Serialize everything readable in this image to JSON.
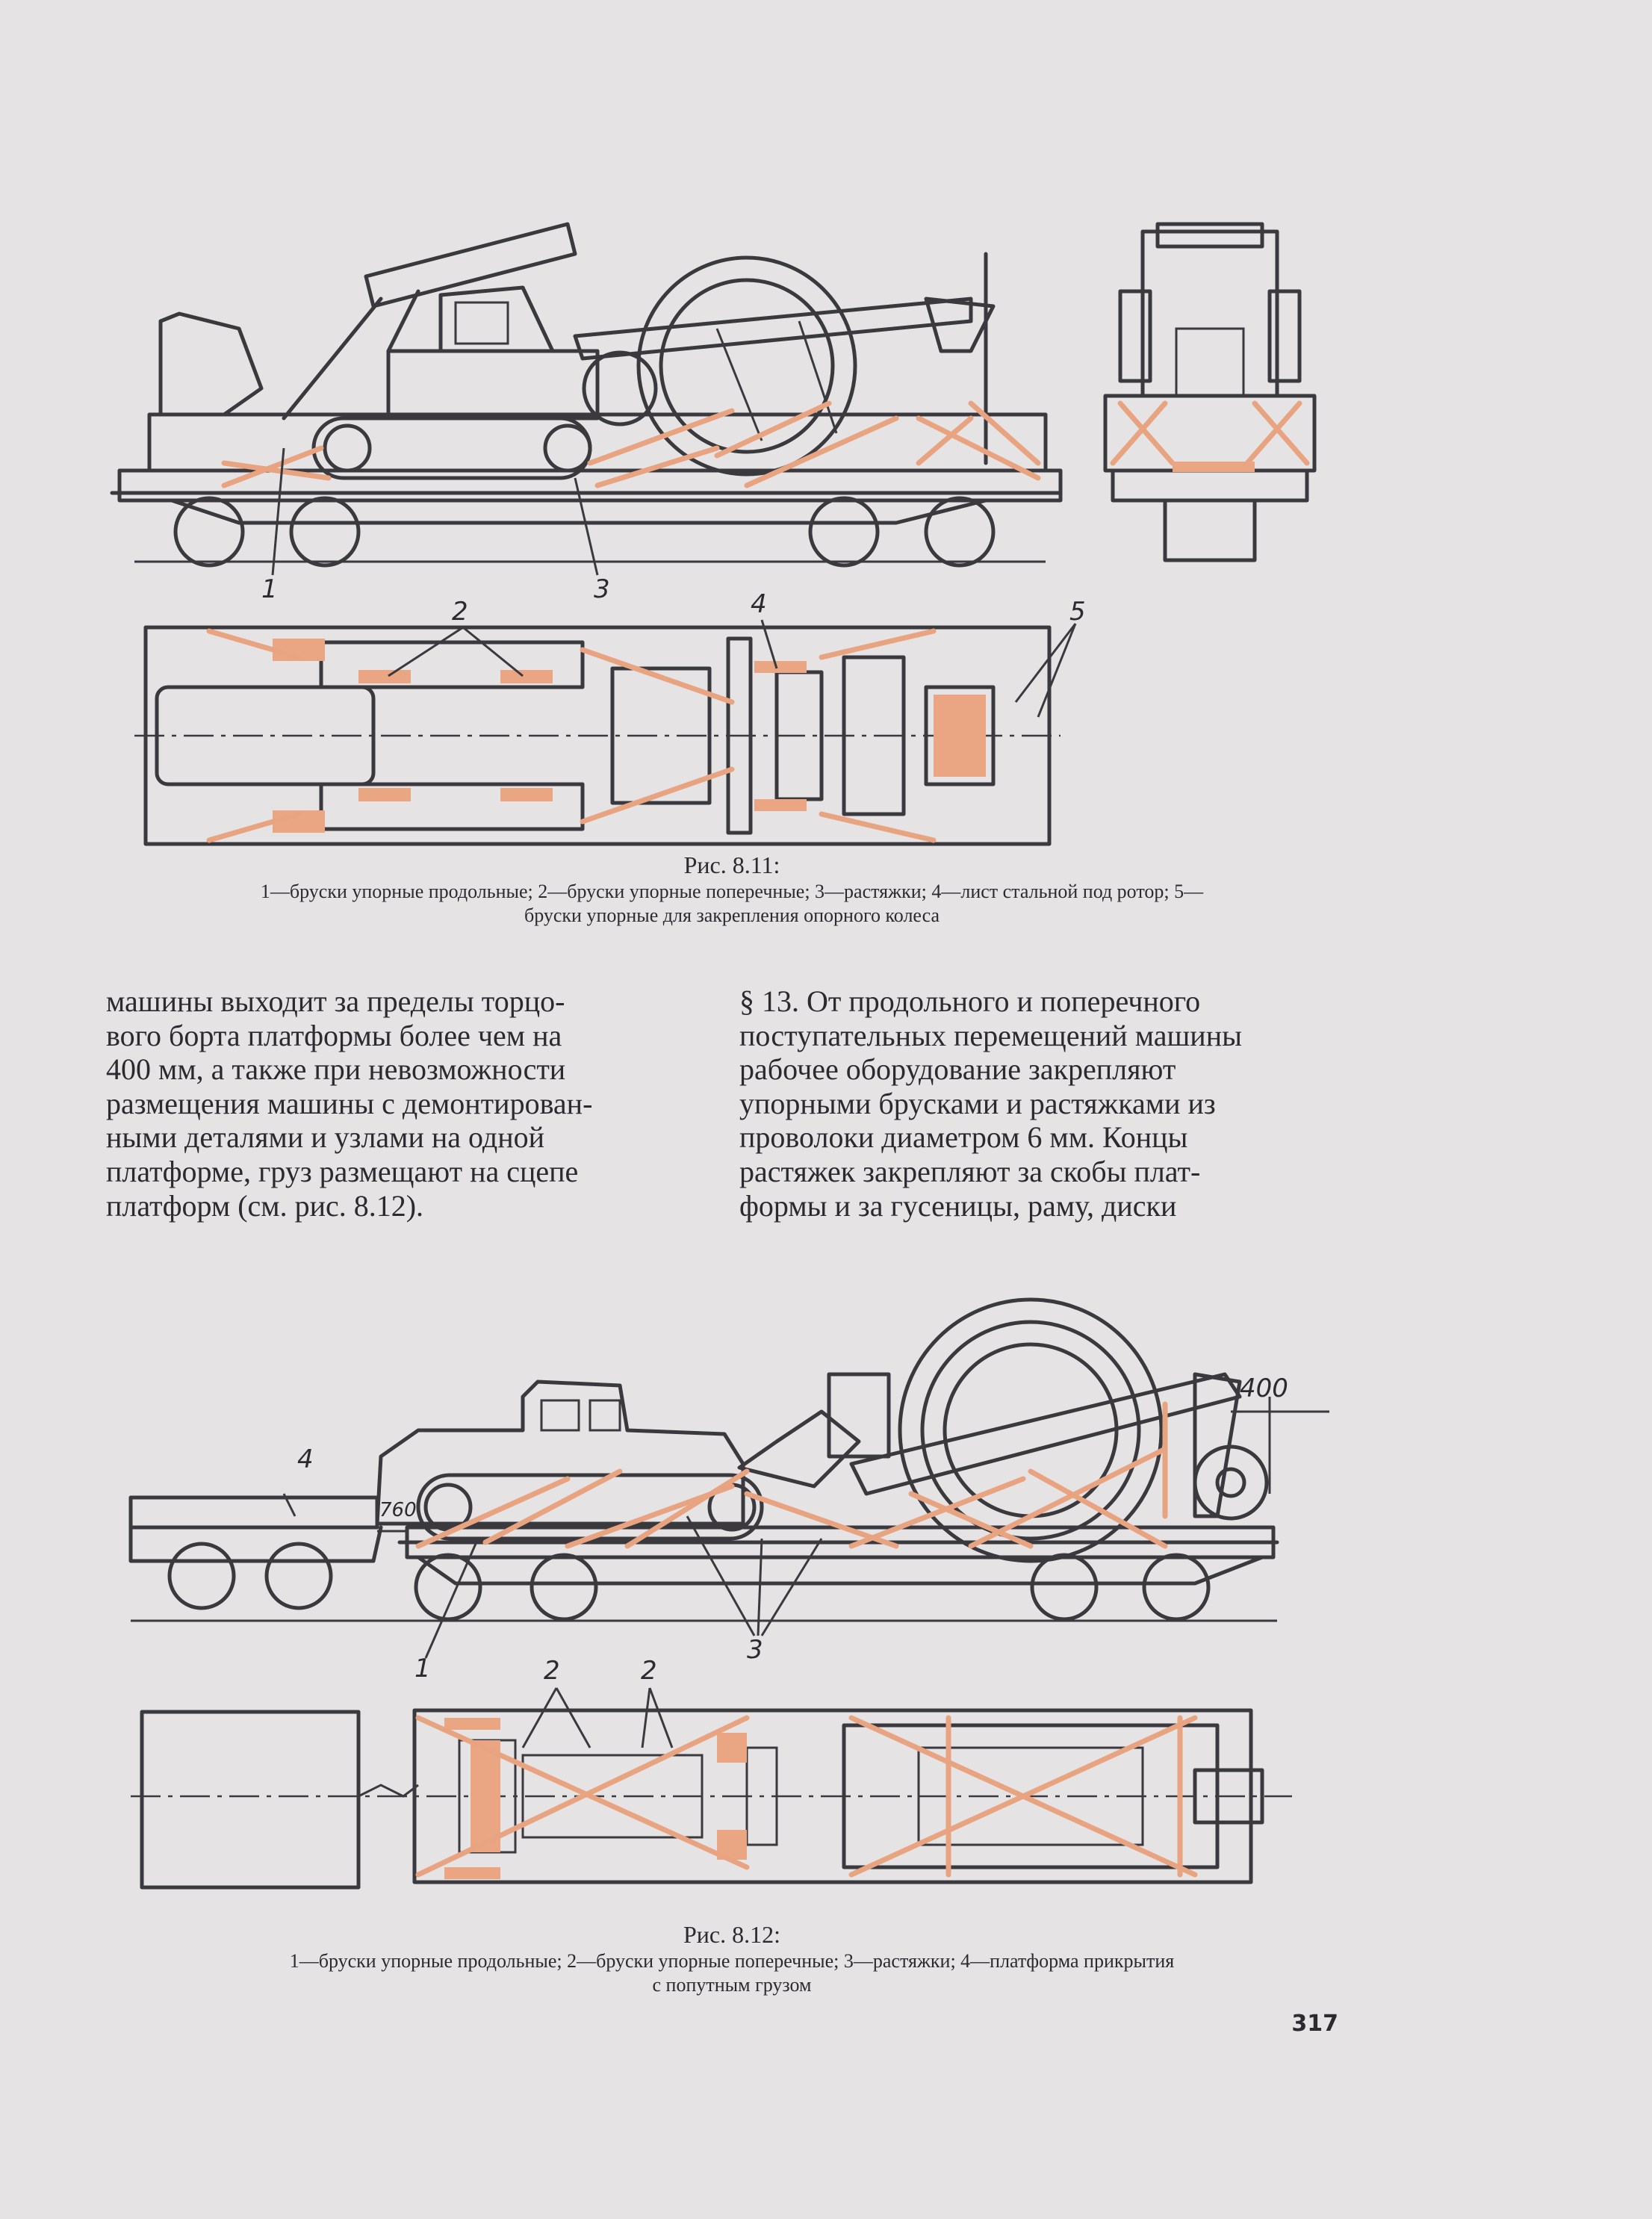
{
  "figure_8_11": {
    "callouts": {
      "c1": "1",
      "c2": "2",
      "c3": "3",
      "c4": "4",
      "c5": "5"
    },
    "caption_title": "Рис. 8.11:",
    "caption_line1": "1—бруски упорные продольные; 2—бруски упорные поперечные; 3—растяжки; 4—лист стальной под ротор; 5—",
    "caption_line2": "бруски упорные для закрепления опорного колеса"
  },
  "body_text": {
    "left": "машины выходит за пределы торцо-\nвого борта платформы более чем на\n400 мм, а также при невозможности\nразмещения машины с демонтирован-\nными деталями и узлами на одной\nплатформе, груз размещают на сцепе\nплатформ (см. рис. 8.12).",
    "right": "§ 13. От продольного и поперечного\nпоступательных перемещений машины\nрабочее оборудование закрепляют\nупорными брусками и растяжками из\nпроволоки диаметром 6 мм. Концы\nрастяжек закрепляют за скобы плат-\nформы и за гусеницы, раму, диски"
  },
  "figure_8_12": {
    "callouts": {
      "c1": "1",
      "c2a": "2",
      "c2b": "2",
      "c3": "3",
      "c4": "4",
      "dim_400": "400",
      "dim_760": "760"
    },
    "caption_title": "Рис. 8.12:",
    "caption_line1": "1—бруски упорные продольные; 2—бруски упорные поперечные; 3—растяжки; 4—платформа прикрытия",
    "caption_line2": "с попутным грузом"
  },
  "page_number": "317"
}
